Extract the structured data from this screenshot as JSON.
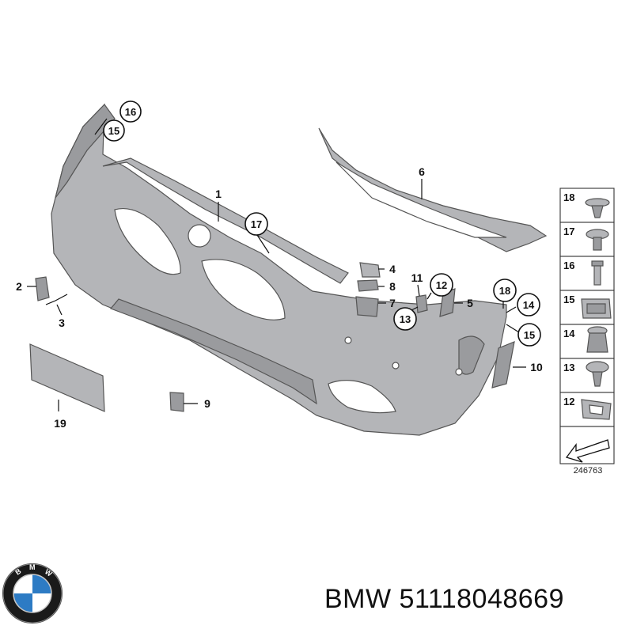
{
  "diagram": {
    "callouts": [
      "1",
      "2",
      "3",
      "4",
      "5",
      "6",
      "7",
      "8",
      "9",
      "10",
      "11",
      "12",
      "13",
      "14",
      "15",
      "15",
      "16",
      "17",
      "18",
      "19"
    ],
    "circled": [
      "12",
      "13",
      "14",
      "15",
      "15",
      "16",
      "17",
      "18"
    ],
    "legend_items": [
      "18",
      "17",
      "16",
      "15",
      "14",
      "13",
      "12"
    ],
    "ref_number": "246763"
  },
  "caption": {
    "brand": "BMW",
    "part_number": "51118048669"
  },
  "logo": {
    "text": "BMW"
  },
  "colors": {
    "part_fill": "#b4b5b8",
    "logo_blue": "#2d7bc4",
    "logo_ring": "#1a1a1a"
  }
}
